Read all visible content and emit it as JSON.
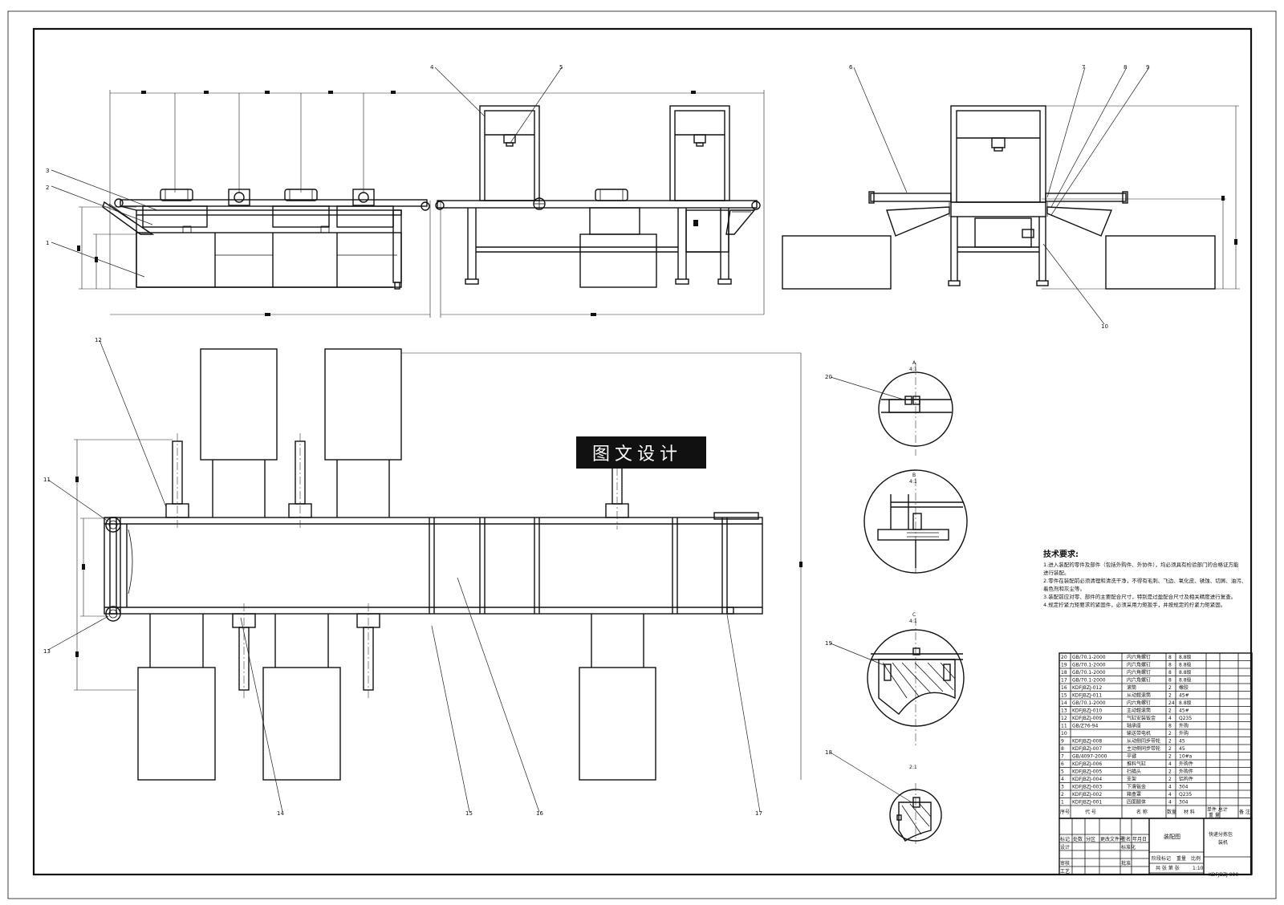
{
  "watermark": "图文设计",
  "balloons": [
    "1",
    "2",
    "3",
    "4",
    "5",
    "6",
    "7",
    "8",
    "9",
    "10",
    "11",
    "12",
    "13",
    "14",
    "15",
    "16",
    "17"
  ],
  "detail_balloons": [
    "20",
    "19",
    "18"
  ],
  "detail_labels": {
    "a": {
      "letter": "A",
      "scale": "4:1"
    },
    "b": {
      "letter": "B",
      "scale": "4:1"
    },
    "c": {
      "letter": "C",
      "scale": "4:1"
    },
    "d": {
      "scale": "2:1"
    }
  },
  "tech_notes": {
    "title": "技术要求:",
    "lines": [
      "1.进入装配的零件及部件（包括外购件、外协件），均必须具有检验部门的合格证方能",
      "进行装配。",
      "2.零件在装配前必须清理和清洗干净，不得有毛刺、飞边、氧化皮、锈蚀、切屑、油污、",
      "着色剂和灰尘等。",
      "3.装配前应对零、部件的主要配合尺寸，特别是过盈配合尺寸及相关精度进行复查。",
      "4.规定拧紧力矩要求的紧固件，必须采用力矩扳手，并按规定的拧紧力矩紧固。"
    ]
  },
  "bom": {
    "rows": [
      {
        "no": "20",
        "code": "GB/70.1-2000",
        "name": "内六角螺钉",
        "qty": "8",
        "mat": "8.8级"
      },
      {
        "no": "19",
        "code": "GB/70.1-2000",
        "name": "内六角螺钉",
        "qty": "8",
        "mat": "8.8级"
      },
      {
        "no": "18",
        "code": "GB/70.1-2000",
        "name": "内六角螺钉",
        "qty": "8",
        "mat": "8.8级"
      },
      {
        "no": "17",
        "code": "GB/70.1-2000",
        "name": "内六角螺钉",
        "qty": "8",
        "mat": "8.8级"
      },
      {
        "no": "16",
        "code": "KDFJBZJ-012",
        "name": "滚筒",
        "qty": "2",
        "mat": "橡胶"
      },
      {
        "no": "15",
        "code": "KDFJBZJ-011",
        "name": "从动辊滚筒",
        "qty": "2",
        "mat": "45#"
      },
      {
        "no": "14",
        "code": "GB/70.1-2000",
        "name": "内六角螺钉",
        "qty": "24",
        "mat": "8.8级"
      },
      {
        "no": "13",
        "code": "KDFJBZJ-010",
        "name": "主动辊滚筒",
        "qty": "2",
        "mat": "45#"
      },
      {
        "no": "12",
        "code": "KDFJBZJ-009",
        "name": "气缸安装钣金",
        "qty": "4",
        "mat": "Q235"
      },
      {
        "no": "11",
        "code": "GB/Z76-94",
        "name": "轴承座",
        "qty": "8",
        "mat": "外购"
      },
      {
        "no": "10",
        "code": "",
        "name": "输送带电机",
        "qty": "2",
        "mat": "外购"
      },
      {
        "no": "9",
        "code": "KDFJBZJ-008",
        "name": "从动侧同步带轮",
        "qty": "2",
        "mat": "45"
      },
      {
        "no": "8",
        "code": "KDFJBZJ-007",
        "name": "主动侧同步带轮",
        "qty": "2",
        "mat": "45"
      },
      {
        "no": "7",
        "code": "GB/4097-2000",
        "name": "平键",
        "qty": "2",
        "mat": "10#a"
      },
      {
        "no": "6",
        "code": "KDFJBZJ-006",
        "name": "推料气缸",
        "qty": "4",
        "mat": "外购件"
      },
      {
        "no": "5",
        "code": "KDFJBZJ-005",
        "name": "扫描头",
        "qty": "2",
        "mat": "外购件"
      },
      {
        "no": "4",
        "code": "KDFJBZJ-004",
        "name": "支架",
        "qty": "2",
        "mat": "铝构件"
      },
      {
        "no": "3",
        "code": "KDFJBZJ-003",
        "name": "下滑钣金",
        "qty": "4",
        "mat": "304"
      },
      {
        "no": "2",
        "code": "KDFJBZJ-002",
        "name": "箱盒罩",
        "qty": "4",
        "mat": "Q235"
      },
      {
        "no": "1",
        "code": "KDFJBZJ-001",
        "name": "四面腿体",
        "qty": "4",
        "mat": "304"
      }
    ],
    "header": {
      "no": "序号",
      "code": "代 号",
      "name": "名 称",
      "qty": "数量",
      "mat": "材 料",
      "weight": "单件 总计",
      "weight2": "重 量",
      "remark": "备 注"
    }
  },
  "title_block": {
    "drawing_title": "装配图",
    "product_name": "快递分拣包装机",
    "drawing_code": "KDFJBZJ-000",
    "scale": "1:10",
    "rows": [
      "标记",
      "处数",
      "分区",
      "更改文件号",
      "签名",
      "年月日"
    ],
    "labels": {
      "design": "设计",
      "check": "审核",
      "process": "工艺",
      "standard": "标准化",
      "approve": "批准",
      "stage": "阶段标记",
      "weight": "重量",
      "scale_label": "比例",
      "sheet": "共 张 第 张"
    }
  }
}
